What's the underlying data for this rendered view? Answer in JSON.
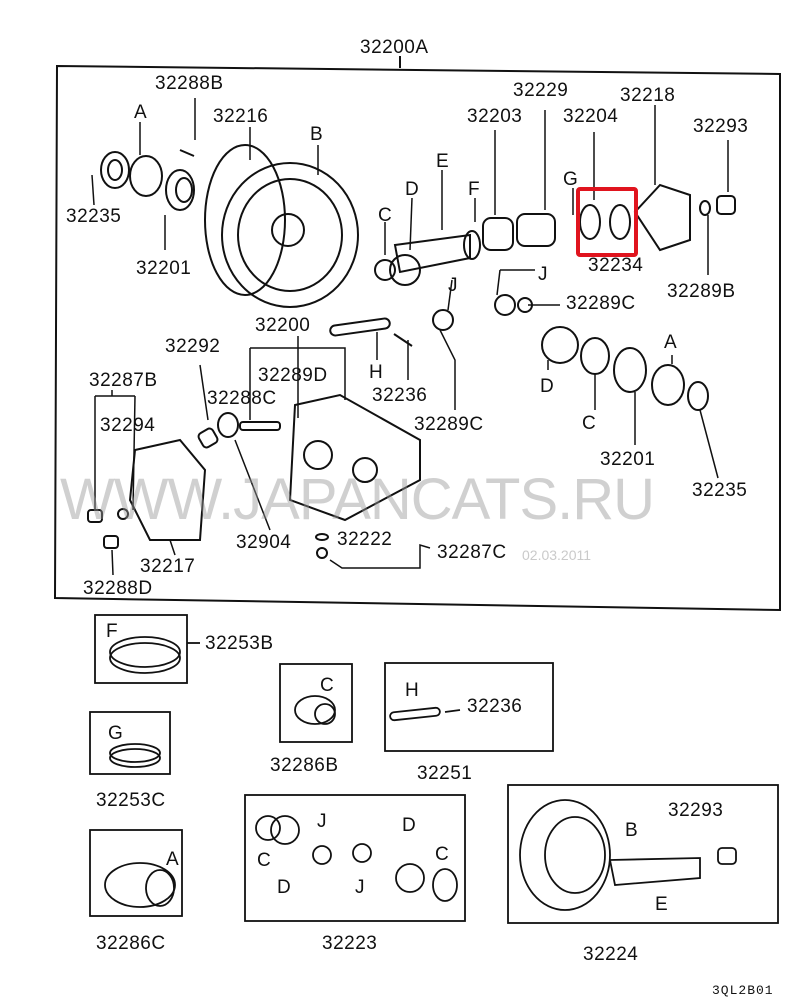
{
  "assembly_label": "32200A",
  "watermark": "WWW.JAPANCATS.RU",
  "date_watermark": "02.03.2011",
  "diagram_code": "3QL2B01",
  "highlight_color": "#e0141e",
  "highlighted_part": "32204",
  "main_labels": {
    "p32288B": "32288B",
    "A1": "A",
    "p32216": "32216",
    "B1": "B",
    "p32235a": "32235",
    "p32201a": "32201",
    "D1": "D",
    "C1": "C",
    "E1": "E",
    "F1": "F",
    "p32203": "32203",
    "p32229": "32229",
    "p32204": "32204",
    "G1": "G",
    "p32218": "32218",
    "p32293": "32293",
    "p32234": "32234",
    "p32289B": "32289B",
    "J1": "J",
    "J2": "J",
    "p32289Ca": "32289C",
    "p32200": "32200",
    "p32292": "32292",
    "p32289D": "32289D",
    "H1": "H",
    "p32236a": "32236",
    "p32287B": "32287B",
    "p32288C": "32288C",
    "p32289Cb": "32289C",
    "p32294": "32294",
    "D2": "D",
    "C2": "C",
    "A2": "A",
    "p32201b": "32201",
    "p32235b": "32235",
    "p32904": "32904",
    "p32222": "32222",
    "p32287C": "32287C",
    "p32217": "32217",
    "p32288D": "32288D"
  },
  "kits": [
    {
      "id": "32253B",
      "letter": "F"
    },
    {
      "id": "32286B",
      "letter": "C"
    },
    {
      "id": "32251",
      "letters": [
        "H",
        "32236"
      ]
    },
    {
      "id": "32253C",
      "letter": "G"
    },
    {
      "id": "32223",
      "letters": [
        "C",
        "D",
        "J",
        "J",
        "D",
        "C"
      ]
    },
    {
      "id": "32286C",
      "letter": "A"
    },
    {
      "id": "32224",
      "letters": [
        "B",
        "E",
        "32293"
      ]
    }
  ]
}
